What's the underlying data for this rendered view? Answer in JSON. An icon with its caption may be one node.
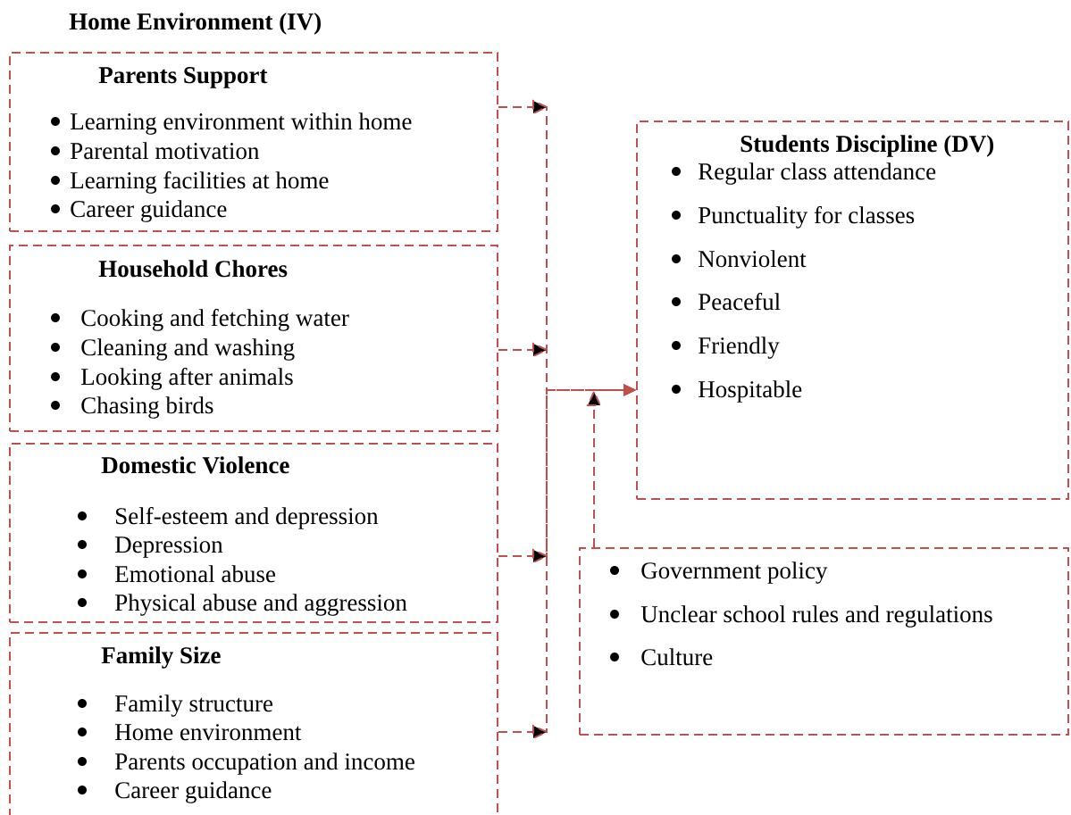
{
  "diagram": {
    "title": "Home Environment (IV)",
    "nodes": [
      {
        "text": [
          "Parents Support",
          "Learning environment within home",
          "Parental motivation",
          "Learning facilities at home",
          "Career guidance"
        ]
      },
      {
        "text": [
          "Household Chores",
          "Cooking and fetching water",
          "Cleaning and washing",
          "Looking after animals",
          "Chasing birds"
        ]
      },
      {
        "text": [
          "Domestic Violence",
          "Self-esteem and depression",
          "Depression",
          "Emotional abuse",
          "Physical abuse and aggression"
        ]
      },
      {
        "text": [
          "Family Size",
          "Family structure",
          "Home environment",
          "Parents occupation and income",
          "Career guidance"
        ]
      },
      {
        "text": [
          "Students Discipline (DV)",
          "Regular class attendance",
          "Punctuality for classes",
          "Nonviolent",
          "Peaceful",
          "Friendly",
          "Hospitable"
        ]
      },
      {
        "text": [
          "Government policy",
          "Unclear school rules and  regulations",
          "Culture"
        ]
      }
    ],
    "edges": [
      {
        "from": 0,
        "to": 4,
        "arrow": "to"
      },
      {
        "from": 1,
        "to": 4,
        "arrow": "to"
      },
      {
        "from": 2,
        "to": 4,
        "arrow": "to"
      },
      {
        "from": 3,
        "to": 4,
        "arrow": "to"
      },
      {
        "from": 5,
        "to": 4,
        "arrow": "to"
      }
    ]
  }
}
